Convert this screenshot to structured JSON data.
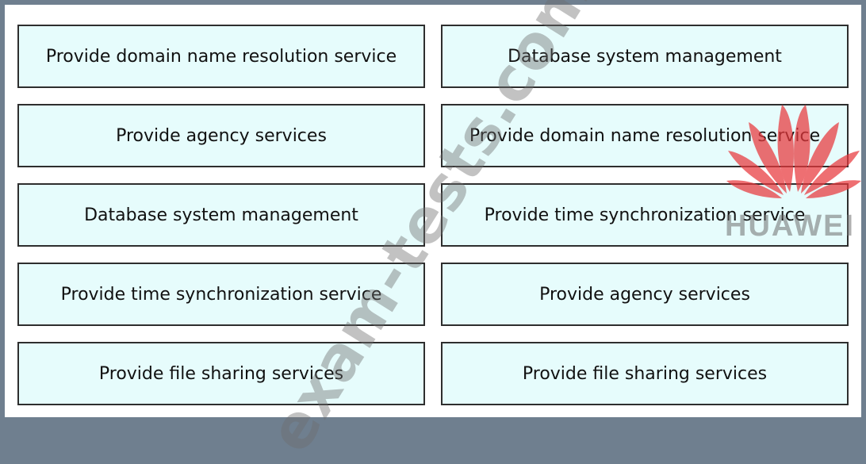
{
  "left_column": [
    {
      "label": "Provide domain name resolution service"
    },
    {
      "label": "Provide agency services"
    },
    {
      "label": "Database system management"
    },
    {
      "label": "Provide time synchronization service"
    },
    {
      "label": "Provide file sharing services"
    }
  ],
  "right_column": [
    {
      "label": "Database system management"
    },
    {
      "label": "Provide domain name resolution service"
    },
    {
      "label": "Provide time synchronization service"
    },
    {
      "label": "Provide agency services"
    },
    {
      "label": "Provide file sharing services"
    }
  ],
  "watermark": {
    "text": "exam-tests.com"
  },
  "logo": {
    "text": "HUAWEI",
    "color": "#e8383d"
  },
  "colors": {
    "box_fill": "#e6fcfc",
    "box_border": "#2e2e2e",
    "frame": "#6f7f8f"
  }
}
